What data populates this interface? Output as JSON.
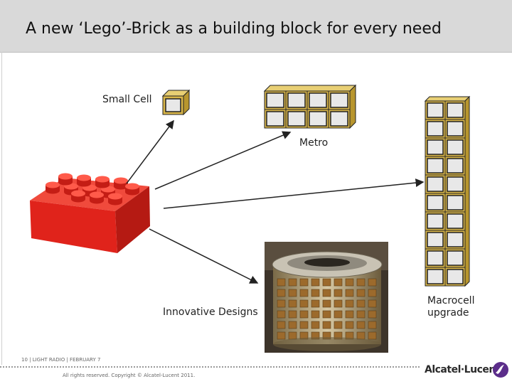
{
  "slide": {
    "title": "A new ‘Lego’-Brick as a building block for every need"
  },
  "labels": {
    "small_cell": "Small Cell",
    "metro": "Metro",
    "innovative_designs": "Innovative Designs",
    "macrocell_line1": "Macrocell",
    "macrocell_line2": "upgrade"
  },
  "footer": {
    "meta": "10  |  LIGHT RADIO  |  FEBRUARY 7",
    "copyright": "All rights reserved.  Copyright © Alcatel-Lucent 2011.",
    "brand": "Alcatel·Lucent"
  },
  "colors": {
    "brick_face": "#d9b649",
    "brick_top": "#e8cf74",
    "brick_side": "#b8962e",
    "lego_red": "#e0231b",
    "title_bar": "#d9d9d9"
  },
  "icons": {
    "brand_logo": "alcatel-lucent-swirl-icon",
    "lego": "lego-brick-icon",
    "photo": "antenna-array-photo"
  }
}
